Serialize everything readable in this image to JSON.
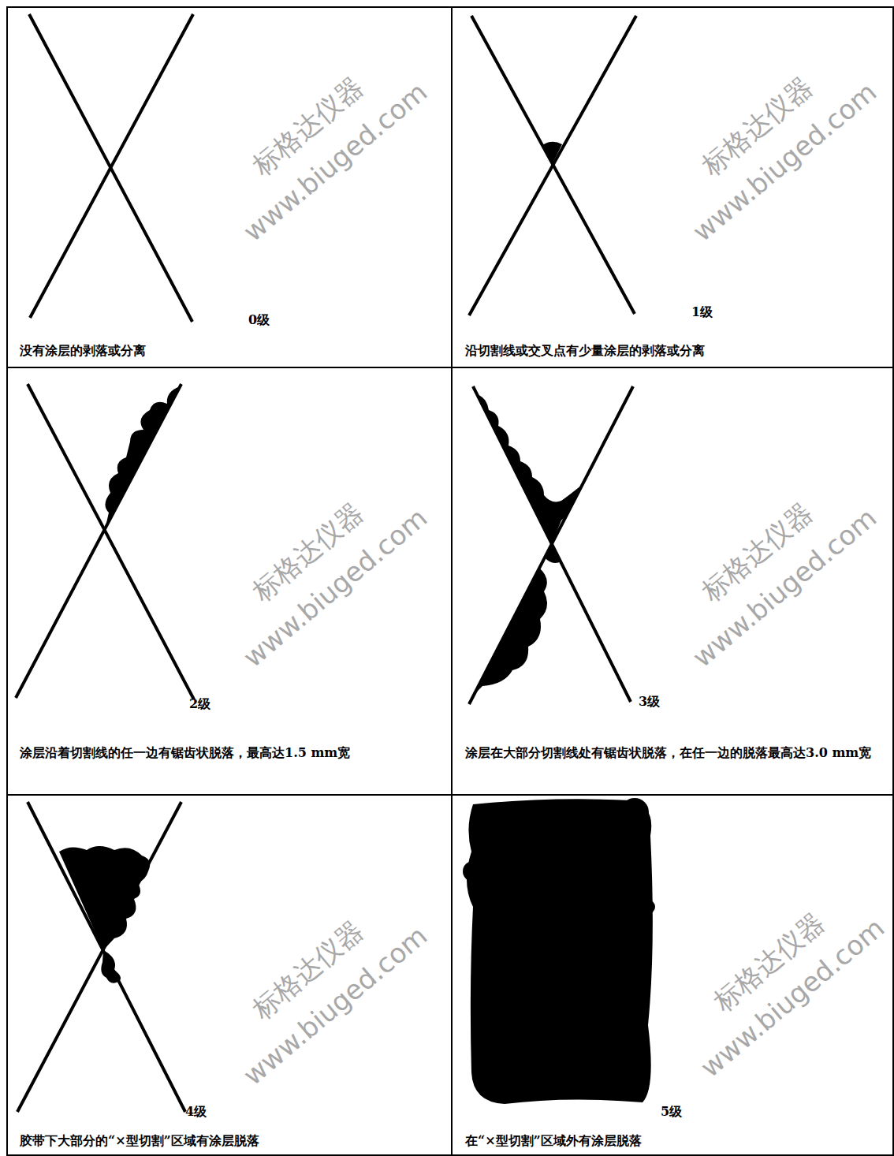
{
  "diagram": {
    "nodes": [
      {
        "text": [
          "0级",
          "没有涂层的剥落或分离"
        ]
      },
      {
        "text": [
          "1级",
          "沿切割线或交叉点有少量涂层的剥落或分离"
        ]
      },
      {
        "text": [
          "2级",
          "涂层沿着切割线的任一边有锯齿状脱落，最高达1.5 mm宽"
        ]
      },
      {
        "text": [
          "3级",
          "涂层在大部分切割线处有锯齿状脱落，在任一边的脱落最高达3.0 mm宽"
        ]
      },
      {
        "text": [
          "4级",
          "胶带下大部分的“×型切割”区域有涂层脱落"
        ]
      },
      {
        "text": [
          "5级",
          "在“×型切割”区域外有涂层脱落"
        ]
      }
    ],
    "labels": [
      "标格达仪器",
      "www.biuged.com",
      "标格达仪器",
      "www.biuged.com",
      "标格达仪器",
      "www.biuged.com",
      "标格达仪器",
      "www.biuged.com",
      "标格达仪器",
      "www.biuged.com",
      "标格达仪器",
      "www.biuged.com"
    ]
  }
}
